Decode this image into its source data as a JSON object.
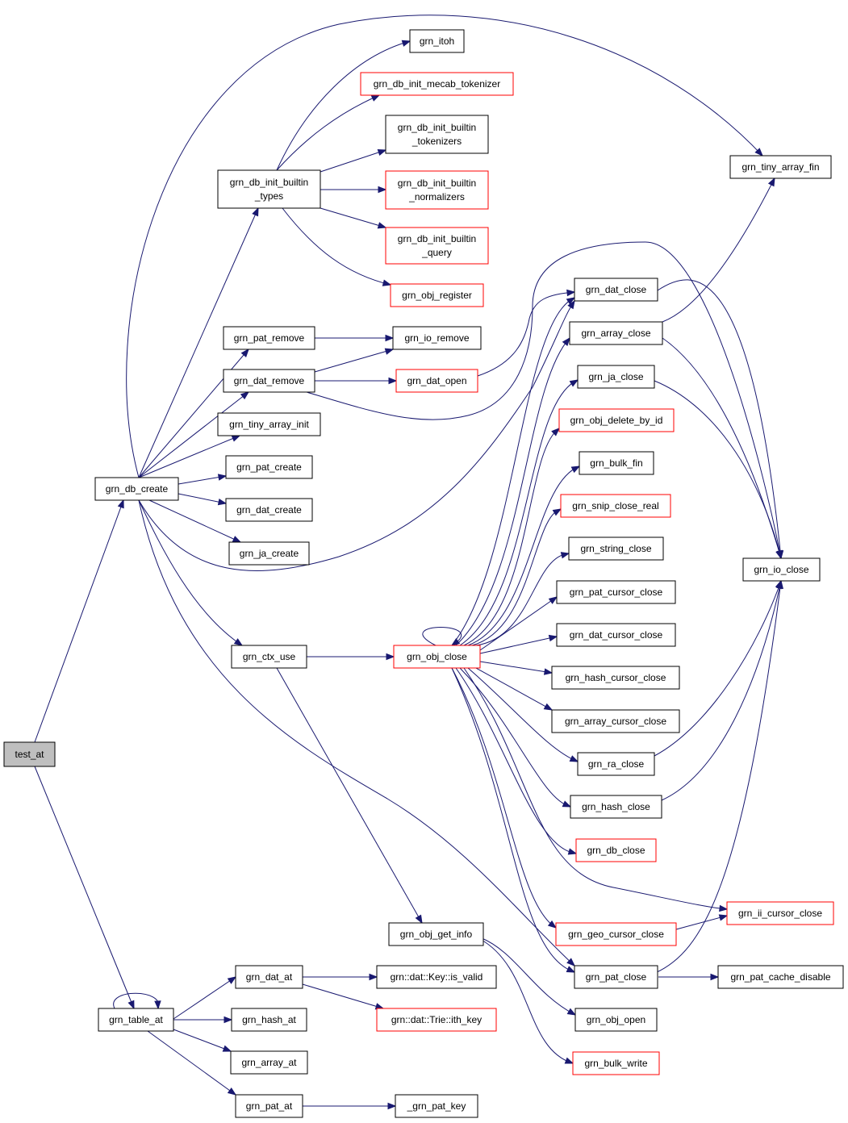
{
  "colors": {
    "edge": "#191970",
    "box": "#000000",
    "linked_box": "#ff0000",
    "root_fill": "#bfbfbf"
  },
  "nodes": [
    {
      "id": "test_at",
      "lines": [
        "test_at"
      ],
      "style": "root"
    },
    {
      "id": "grn_db_create",
      "lines": [
        "grn_db_create"
      ],
      "style": "plain"
    },
    {
      "id": "grn_table_at",
      "lines": [
        "grn_table_at"
      ],
      "style": "plain"
    },
    {
      "id": "grn_db_init_builtin_types",
      "lines": [
        "grn_db_init_builtin",
        "_types"
      ],
      "style": "plain"
    },
    {
      "id": "grn_pat_remove",
      "lines": [
        "grn_pat_remove"
      ],
      "style": "plain"
    },
    {
      "id": "grn_dat_remove",
      "lines": [
        "grn_dat_remove"
      ],
      "style": "plain"
    },
    {
      "id": "grn_tiny_array_init",
      "lines": [
        "grn_tiny_array_init"
      ],
      "style": "plain"
    },
    {
      "id": "grn_pat_create",
      "lines": [
        "grn_pat_create"
      ],
      "style": "plain"
    },
    {
      "id": "grn_dat_create",
      "lines": [
        "grn_dat_create"
      ],
      "style": "plain"
    },
    {
      "id": "grn_ja_create",
      "lines": [
        "grn_ja_create"
      ],
      "style": "plain"
    },
    {
      "id": "grn_ctx_use",
      "lines": [
        "grn_ctx_use"
      ],
      "style": "plain"
    },
    {
      "id": "grn_dat_at",
      "lines": [
        "grn_dat_at"
      ],
      "style": "plain"
    },
    {
      "id": "grn_hash_at",
      "lines": [
        "grn_hash_at"
      ],
      "style": "plain"
    },
    {
      "id": "grn_array_at",
      "lines": [
        "grn_array_at"
      ],
      "style": "plain"
    },
    {
      "id": "grn_pat_at",
      "lines": [
        "grn_pat_at"
      ],
      "style": "plain"
    },
    {
      "id": "grn_itoh",
      "lines": [
        "grn_itoh"
      ],
      "style": "plain"
    },
    {
      "id": "grn_db_init_mecab_tokenizer",
      "lines": [
        "grn_db_init_mecab_tokenizer"
      ],
      "style": "linked"
    },
    {
      "id": "grn_db_init_builtin_tokenizers",
      "lines": [
        "grn_db_init_builtin",
        "_tokenizers"
      ],
      "style": "plain"
    },
    {
      "id": "grn_db_init_builtin_normalizers",
      "lines": [
        "grn_db_init_builtin",
        "_normalizers"
      ],
      "style": "linked"
    },
    {
      "id": "grn_db_init_builtin_query",
      "lines": [
        "grn_db_init_builtin",
        "_query"
      ],
      "style": "linked"
    },
    {
      "id": "grn_obj_register",
      "lines": [
        "grn_obj_register"
      ],
      "style": "linked"
    },
    {
      "id": "grn_io_remove",
      "lines": [
        "grn_io_remove"
      ],
      "style": "plain"
    },
    {
      "id": "grn_dat_open",
      "lines": [
        "grn_dat_open"
      ],
      "style": "linked"
    },
    {
      "id": "grn_obj_close",
      "lines": [
        "grn_obj_close"
      ],
      "style": "linked"
    },
    {
      "id": "grn_obj_get_info",
      "lines": [
        "grn_obj_get_info"
      ],
      "style": "plain"
    },
    {
      "id": "grn_dat_key_is_valid",
      "lines": [
        "grn::dat::Key::is_valid"
      ],
      "style": "plain"
    },
    {
      "id": "grn_dat_trie_ith_key",
      "lines": [
        "grn::dat::Trie::ith_key"
      ],
      "style": "linked"
    },
    {
      "id": "_grn_pat_key",
      "lines": [
        "_grn_pat_key"
      ],
      "style": "plain"
    },
    {
      "id": "grn_dat_close",
      "lines": [
        "grn_dat_close"
      ],
      "style": "plain"
    },
    {
      "id": "grn_array_close",
      "lines": [
        "grn_array_close"
      ],
      "style": "plain"
    },
    {
      "id": "grn_ja_close",
      "lines": [
        "grn_ja_close"
      ],
      "style": "plain"
    },
    {
      "id": "grn_obj_delete_by_id",
      "lines": [
        "grn_obj_delete_by_id"
      ],
      "style": "linked"
    },
    {
      "id": "grn_bulk_fin",
      "lines": [
        "grn_bulk_fin"
      ],
      "style": "plain"
    },
    {
      "id": "grn_snip_close_real",
      "lines": [
        "grn_snip_close_real"
      ],
      "style": "linked"
    },
    {
      "id": "grn_string_close",
      "lines": [
        "grn_string_close"
      ],
      "style": "plain"
    },
    {
      "id": "grn_pat_cursor_close",
      "lines": [
        "grn_pat_cursor_close"
      ],
      "style": "plain"
    },
    {
      "id": "grn_dat_cursor_close",
      "lines": [
        "grn_dat_cursor_close"
      ],
      "style": "plain"
    },
    {
      "id": "grn_hash_cursor_close",
      "lines": [
        "grn_hash_cursor_close"
      ],
      "style": "plain"
    },
    {
      "id": "grn_array_cursor_close",
      "lines": [
        "grn_array_cursor_close"
      ],
      "style": "plain"
    },
    {
      "id": "grn_ra_close",
      "lines": [
        "grn_ra_close"
      ],
      "style": "plain"
    },
    {
      "id": "grn_hash_close",
      "lines": [
        "grn_hash_close"
      ],
      "style": "plain"
    },
    {
      "id": "grn_db_close",
      "lines": [
        "grn_db_close"
      ],
      "style": "linked"
    },
    {
      "id": "grn_geo_cursor_close",
      "lines": [
        "grn_geo_cursor_close"
      ],
      "style": "linked"
    },
    {
      "id": "grn_pat_close",
      "lines": [
        "grn_pat_close"
      ],
      "style": "plain"
    },
    {
      "id": "grn_obj_open",
      "lines": [
        "grn_obj_open"
      ],
      "style": "plain"
    },
    {
      "id": "grn_bulk_write",
      "lines": [
        "grn_bulk_write"
      ],
      "style": "linked"
    },
    {
      "id": "grn_tiny_array_fin",
      "lines": [
        "grn_tiny_array_fin"
      ],
      "style": "plain"
    },
    {
      "id": "grn_io_close",
      "lines": [
        "grn_io_close"
      ],
      "style": "plain"
    },
    {
      "id": "grn_ii_cursor_close",
      "lines": [
        "grn_ii_cursor_close"
      ],
      "style": "linked"
    },
    {
      "id": "grn_pat_cache_disable",
      "lines": [
        "grn_pat_cache_disable"
      ],
      "style": "plain"
    }
  ]
}
